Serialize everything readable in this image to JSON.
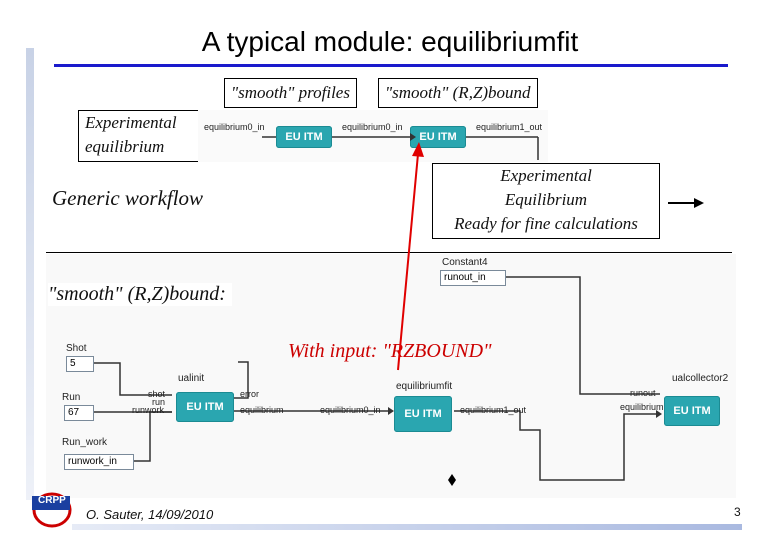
{
  "slide": {
    "title": "A typical module: equilibriumfit",
    "page_number": "3",
    "author_date": "O. Sauter, 14/09/2010",
    "logo_text": "CRPP"
  },
  "top_labels": {
    "smooth_profiles": "\"smooth\" profiles",
    "smooth_rz": "\"smooth\" (R,Z)bound",
    "exp_eq_line1": "Experimental",
    "exp_eq_line2": "equilibrium",
    "generic_workflow": "Generic workflow",
    "ready_line1": "Experimental",
    "ready_line2": "Equilibrium",
    "ready_line3": "Ready for fine calculations"
  },
  "top_diagram": {
    "node1_label": "EU ITM",
    "node2_label": "EU ITM",
    "port_in1": "equilibrium0_in",
    "port_out1": "equilibrium0_in",
    "port_in2": "equilibrium0_in",
    "port_out2": "equilibrium1_out"
  },
  "bottom_labels": {
    "smooth_rz_bound": "\"smooth\" (R,Z)bound:",
    "with_input": "With input: \"RZBOUND\""
  },
  "bottom_diagram": {
    "constant_label": "Constant4",
    "constant_value": "runout_in",
    "shot_label": "Shot",
    "shot_value": "5",
    "run_label": "Run",
    "run_value": "67",
    "runwork_label": "Run_work",
    "runwork_value": "runwork_in",
    "ualinit_label": "ualinit",
    "ualinit_node": "EU ITM",
    "ualinit_ports": [
      "shot",
      "run",
      "runwork"
    ],
    "ualinit_error": "error",
    "ualinit_out": "equilibrium",
    "eqfit_label": "equilibriumfit",
    "eqfit_node": "EU ITM",
    "eqfit_in": "equilibrium0_in",
    "eqfit_out": "equilibrium1_out",
    "collector_label": "ualcollector2",
    "collector_node": "EU ITM",
    "collector_in1": "runout",
    "collector_in2": "equilibrium"
  },
  "colors": {
    "title_underline": "#1a1acc",
    "node": "#2aa6b0",
    "red_arrow": "#e00000",
    "with_input_text": "#cc0000",
    "side_bar": "#dde4f0"
  }
}
